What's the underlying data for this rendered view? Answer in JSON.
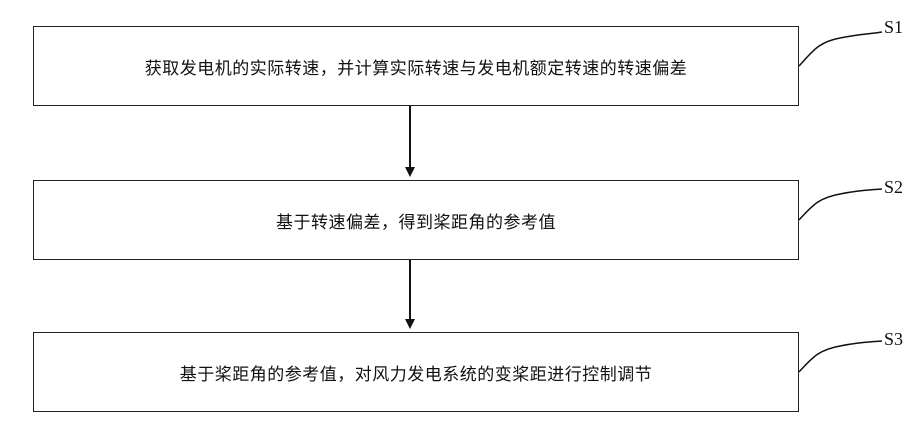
{
  "flowchart": {
    "steps": [
      {
        "id": "S1",
        "text": "获取发电机的实际转速，并计算实际转速与发电机额定转速的转速偏差"
      },
      {
        "id": "S2",
        "text": "基于转速偏差，得到桨距角的参考值"
      },
      {
        "id": "S3",
        "text": "基于桨距角的参考值，对风力发电系统的变桨距进行控制调节"
      }
    ]
  }
}
